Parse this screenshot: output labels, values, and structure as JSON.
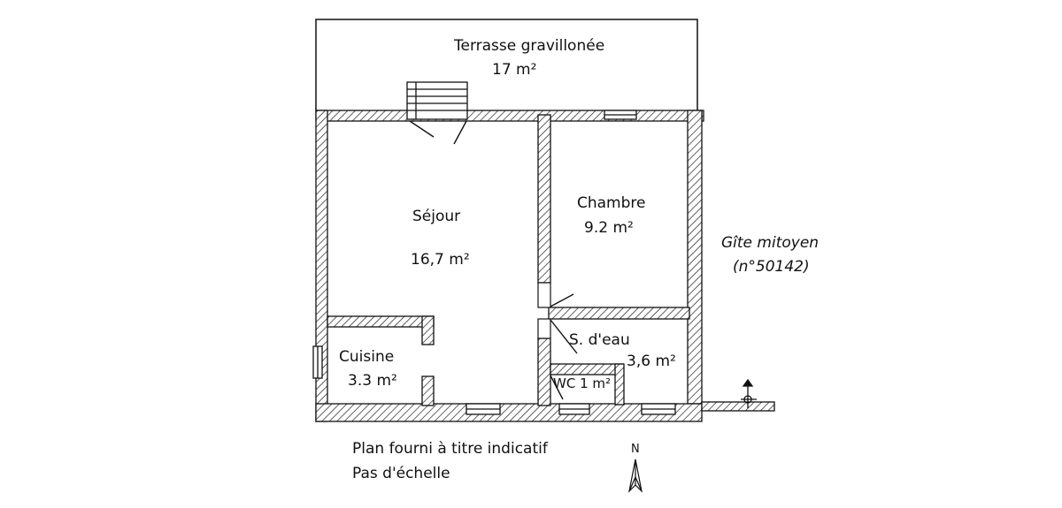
{
  "rooms": {
    "terrace": {
      "name": "Terrasse gravillonée",
      "area": "17 m²"
    },
    "sejour": {
      "name": "Séjour",
      "area": "16,7 m²"
    },
    "chambre": {
      "name": "Chambre",
      "area": "9.2  m²"
    },
    "cuisine": {
      "name": "Cuisine",
      "area": "3.3 m²"
    },
    "sdeau": {
      "name": "S. d'eau",
      "area": "3,6 m²"
    },
    "wc": {
      "name": "WC 1 m²"
    }
  },
  "neighbor": {
    "line1": "Gîte mitoyen",
    "line2": "(n°50142)"
  },
  "notes": {
    "line1": "Plan fourni à titre indicatif",
    "line2": "Pas d'échelle"
  },
  "compass": {
    "label": "N"
  }
}
